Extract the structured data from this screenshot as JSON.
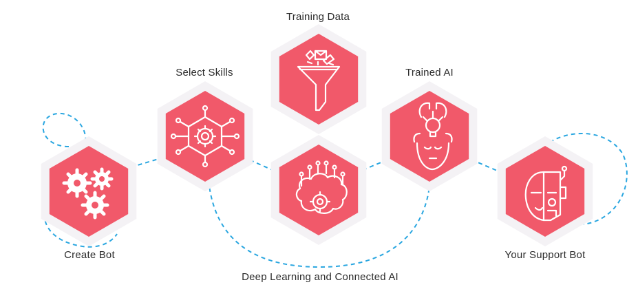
{
  "colors": {
    "hex_fill": "#f1596a",
    "hex_shadow": "#f4f2f5",
    "connector": "#29a6e0",
    "icon_stroke": "#ffffff",
    "label_text": "#2b2b2b"
  },
  "steps": [
    {
      "label": "Create Bot",
      "icon": "gears-icon"
    },
    {
      "label": "Select Skills",
      "icon": "skills-hub-icon"
    },
    {
      "label": "Training Data",
      "icon": "data-funnel-icon"
    },
    {
      "label": "Deep Learning and Connected AI",
      "icon": "brain-circuit-icon"
    },
    {
      "label": "Trained AI",
      "icon": "lightbulb-head-icon"
    },
    {
      "label": "Your Support Bot",
      "icon": "robot-head-icon"
    }
  ]
}
